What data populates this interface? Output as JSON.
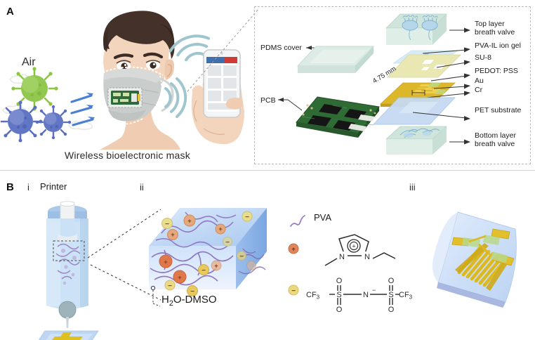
{
  "figure": {
    "background": "#ffffff",
    "panels": {
      "A": {
        "letter": "A",
        "caption": "Wireless bioelectronic mask",
        "air_label": "Air",
        "inset": {
          "pdms_label": "PDMS cover",
          "pcb_label": "PCB",
          "dimension_label": "4.75 mm",
          "stack_labels": [
            "Top layer\nbreath valve",
            "PVA-IL ion gel",
            "SU-8",
            "PEDOT: PSS",
            "Au",
            "Cr",
            "PET substrate",
            "Bottom layer\nbreath valve"
          ],
          "stack_labels_flat": {
            "top_valve_l1": "Top layer",
            "top_valve_l2": "breath valve",
            "ion_gel": "PVA-IL ion gel",
            "su8": "SU-8",
            "pedot": "PEDOT: PSS",
            "au": "Au",
            "cr": "Cr",
            "pet": "PET substrate",
            "bottom_valve_l1": "Bottom layer",
            "bottom_valve_l2": "breath valve"
          }
        }
      },
      "B": {
        "letter": "B",
        "sub_i": {
          "roman": "i",
          "title": "Printer"
        },
        "sub_ii": {
          "roman": "ii",
          "solvent_label_pre": "H",
          "solvent_label_sub": "2",
          "solvent_label_post": "O-DMSO",
          "solvent_label": "H2O-DMSO"
        },
        "sub_iii": {
          "roman": "iii"
        },
        "legend": {
          "polymer_label": "PVA",
          "cation_atoms": {
            "n_left": "N",
            "n_right": "N",
            "charge": "+"
          },
          "anion": {
            "cf3_left": "CF",
            "cf3_left_sub": "3",
            "s_left": "S",
            "n_center": "N",
            "n_charge": "−",
            "s_right": "S",
            "cf3_right": "CF",
            "cf3_right_sub": "3",
            "o_tl": "O",
            "o_bl": "O",
            "o_tr": "O",
            "o_br": "O"
          },
          "cation_badge": "+",
          "anion_badge": "−"
        }
      }
    },
    "colors": {
      "virus_green": "#8cc63f",
      "virus_blue": "#5a6fc0",
      "arrow_blue": "#4a7fd4",
      "pcb_green": "#2e6b36",
      "gold": "#e0b91f",
      "pet_blue": "#bcd4f0",
      "ion_gel_yellow": "#e8e6ae",
      "valve_mint": "#cfe6dc",
      "pdms_mint": "#d3e7df",
      "skin": "#f2d3bb",
      "hair": "#4a352b",
      "mask_gray": "#c8ccca",
      "wifi_teal": "#9fc6ce",
      "cation_orange": "#d98a5a",
      "anion_yellow": "#e8d25a",
      "polymer_purple": "#9b7fc4",
      "dashed_border": "#b9b9b9",
      "text": "#1b1b1b"
    }
  }
}
